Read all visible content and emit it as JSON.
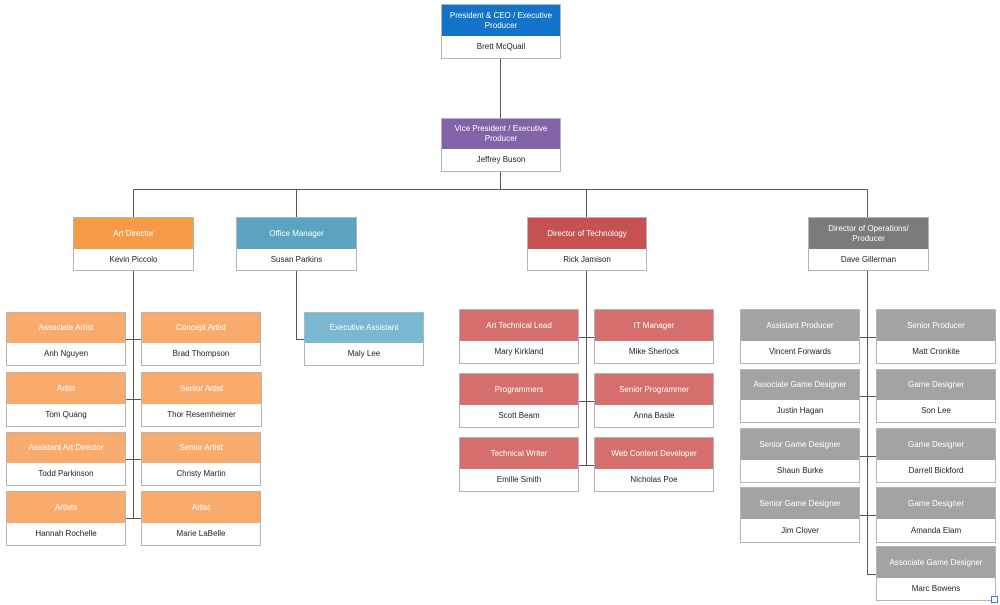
{
  "org": {
    "ceo": {
      "role": "President & CEO / Executive Producer",
      "name": "Brett McQuail"
    },
    "vp": {
      "role": "Vice President / Executive Producer",
      "name": "Jeffrey Buson"
    },
    "art_director": {
      "role": "Art Director",
      "name": "Kevin Piccolo"
    },
    "office_manager": {
      "role": "Office Manager",
      "name": "Susan Parkins"
    },
    "dir_tech": {
      "role": "Director of Technology",
      "name": "Rick Jamison"
    },
    "dir_ops": {
      "role": "Director of Operations/ Producer",
      "name": "Dave Gillerman"
    },
    "art_team": [
      {
        "role": "Associate Artist",
        "name": "Anh Nguyen"
      },
      {
        "role": "Concept Artist",
        "name": "Brad Thompson"
      },
      {
        "role": "Artist",
        "name": "Tom Quang"
      },
      {
        "role": "Senior Artist",
        "name": "Thor Resemheimer"
      },
      {
        "role": "Assistant Art Director",
        "name": "Todd Parkinson"
      },
      {
        "role": "Senior Artist",
        "name": "Christy Martin"
      },
      {
        "role": "Artists",
        "name": "Hannah Rochelle"
      },
      {
        "role": "Artist",
        "name": "Marie LaBelle"
      }
    ],
    "office_team": [
      {
        "role": "Executive Assistant",
        "name": "Maly Lee"
      }
    ],
    "tech_team": [
      {
        "role": "Art Technical Lead",
        "name": "Mary Kirkland"
      },
      {
        "role": "IT Manager",
        "name": "Mike Sherlock"
      },
      {
        "role": "Programmers",
        "name": "Scott Beam"
      },
      {
        "role": "Senior Programmer",
        "name": "Anna Basle"
      },
      {
        "role": "Technical Writer",
        "name": "Emille Smith"
      },
      {
        "role": "Web Content Developer",
        "name": "Nicholas Poe"
      }
    ],
    "ops_team": [
      {
        "role": "Assistant Producer",
        "name": "Vincent Forwards"
      },
      {
        "role": "Senior Producer",
        "name": "Matt Cronkite"
      },
      {
        "role": "Associate Game Designer",
        "name": "Justin Hagan"
      },
      {
        "role": "Game Designer",
        "name": "Son Lee"
      },
      {
        "role": "Senior Game Designer",
        "name": "Shaun Burke"
      },
      {
        "role": "Game Designer",
        "name": "Darrell Bickford"
      },
      {
        "role": "Senior Game Designer",
        "name": "Jim Clover"
      },
      {
        "role": "Game Designer",
        "name": "Amanda Elam"
      },
      {
        "role": "Associate Game Designer",
        "name": "Marc Bowens"
      }
    ]
  },
  "colors": {
    "ceo": "#1273c9",
    "vp": "#8163a8",
    "art_director": "#f59a47",
    "art_team": "#f9ab6e",
    "office_manager": "#5aa4c2",
    "office_team": "#7ab7d1",
    "dir_tech": "#c55150",
    "tech_team": "#d46f6d",
    "dir_ops": "#7b7b7b",
    "ops_team": "#a3a3a3",
    "connector": "#555555"
  }
}
